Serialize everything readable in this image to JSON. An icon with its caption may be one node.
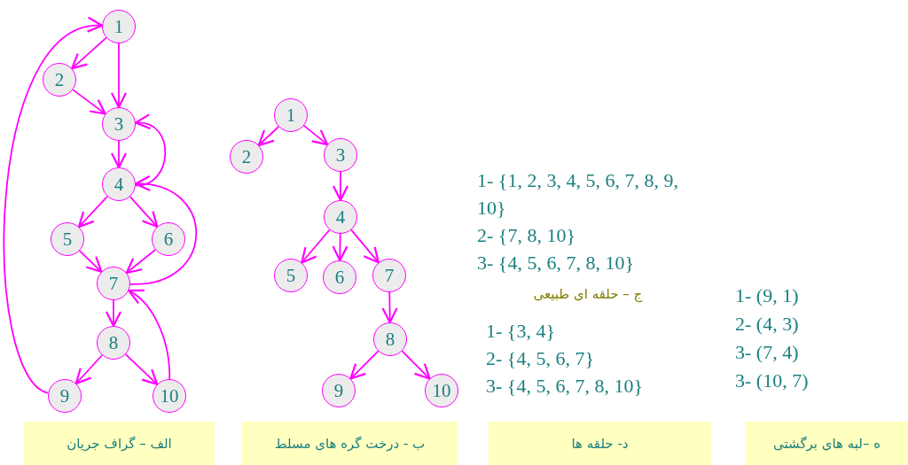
{
  "diagram": {
    "nodes": [
      {
        "text": [
          "1"
        ]
      },
      {
        "text": [
          "2"
        ]
      },
      {
        "text": [
          "3"
        ]
      },
      {
        "text": [
          "4"
        ]
      },
      {
        "text": [
          "5"
        ]
      },
      {
        "text": [
          "6"
        ]
      },
      {
        "text": [
          "7"
        ]
      },
      {
        "text": [
          "8"
        ]
      },
      {
        "text": [
          "9"
        ]
      },
      {
        "text": [
          "10"
        ]
      },
      {
        "text": [
          "1"
        ]
      },
      {
        "text": [
          "2"
        ]
      },
      {
        "text": [
          "3"
        ]
      },
      {
        "text": [
          "4"
        ]
      },
      {
        "text": [
          "5"
        ]
      },
      {
        "text": [
          "6"
        ]
      },
      {
        "text": [
          "7"
        ]
      },
      {
        "text": [
          "8"
        ]
      },
      {
        "text": [
          "9"
        ]
      },
      {
        "text": [
          "10"
        ]
      },
      {
        "text": [
          "الف – گراف جریان"
        ]
      },
      {
        "text": [
          "ب - درخت گره های مسلط"
        ]
      },
      {
        "text": [
          "د- حلقه ها"
        ]
      },
      {
        "text": [
          "ه –لبه های برگشتی"
        ]
      }
    ],
    "edges": [
      {
        "from": 0,
        "to": 1,
        "arrow": "to"
      },
      {
        "from": 0,
        "to": 2,
        "arrow": "to"
      },
      {
        "from": 1,
        "to": 2,
        "arrow": "to"
      },
      {
        "from": 2,
        "to": 3,
        "arrow": "to"
      },
      {
        "from": 3,
        "to": 2,
        "arrow": "to"
      },
      {
        "from": 3,
        "to": 4,
        "arrow": "to"
      },
      {
        "from": 3,
        "to": 5,
        "arrow": "to"
      },
      {
        "from": 4,
        "to": 6,
        "arrow": "to"
      },
      {
        "from": 5,
        "to": 6,
        "arrow": "to"
      },
      {
        "from": 6,
        "to": 3,
        "arrow": "to"
      },
      {
        "from": 6,
        "to": 7,
        "arrow": "to"
      },
      {
        "from": 7,
        "to": 8,
        "arrow": "to"
      },
      {
        "from": 7,
        "to": 9,
        "arrow": "to"
      },
      {
        "from": 9,
        "to": 6,
        "arrow": "to"
      },
      {
        "from": 8,
        "to": 0,
        "arrow": "to"
      },
      {
        "from": 10,
        "to": 11,
        "arrow": "to"
      },
      {
        "from": 10,
        "to": 12,
        "arrow": "to"
      },
      {
        "from": 12,
        "to": 13,
        "arrow": "to"
      },
      {
        "from": 13,
        "to": 14,
        "arrow": "to"
      },
      {
        "from": 13,
        "to": 15,
        "arrow": "to"
      },
      {
        "from": 13,
        "to": 16,
        "arrow": "to"
      },
      {
        "from": 16,
        "to": 17,
        "arrow": "to"
      },
      {
        "from": 17,
        "to": 18,
        "arrow": "to"
      },
      {
        "from": 17,
        "to": 19,
        "arrow": "to"
      }
    ],
    "labels": [
      "1- {1, 2, 3, 4, 5, 6, 7, 8, 9, 10}",
      "2- {7, 8, 10}",
      "3- {4, 5, 6, 7, 8, 10}",
      "ج – حلقه ای طبیعی",
      "1- {3, 4}",
      "2- {4, 5, 6, 7}",
      "3- {4, 5, 6, 7, 8, 10}",
      "1- (9, 1)",
      "2- (4, 3)",
      "3- (7, 4)",
      "3- (10, 7)"
    ]
  }
}
